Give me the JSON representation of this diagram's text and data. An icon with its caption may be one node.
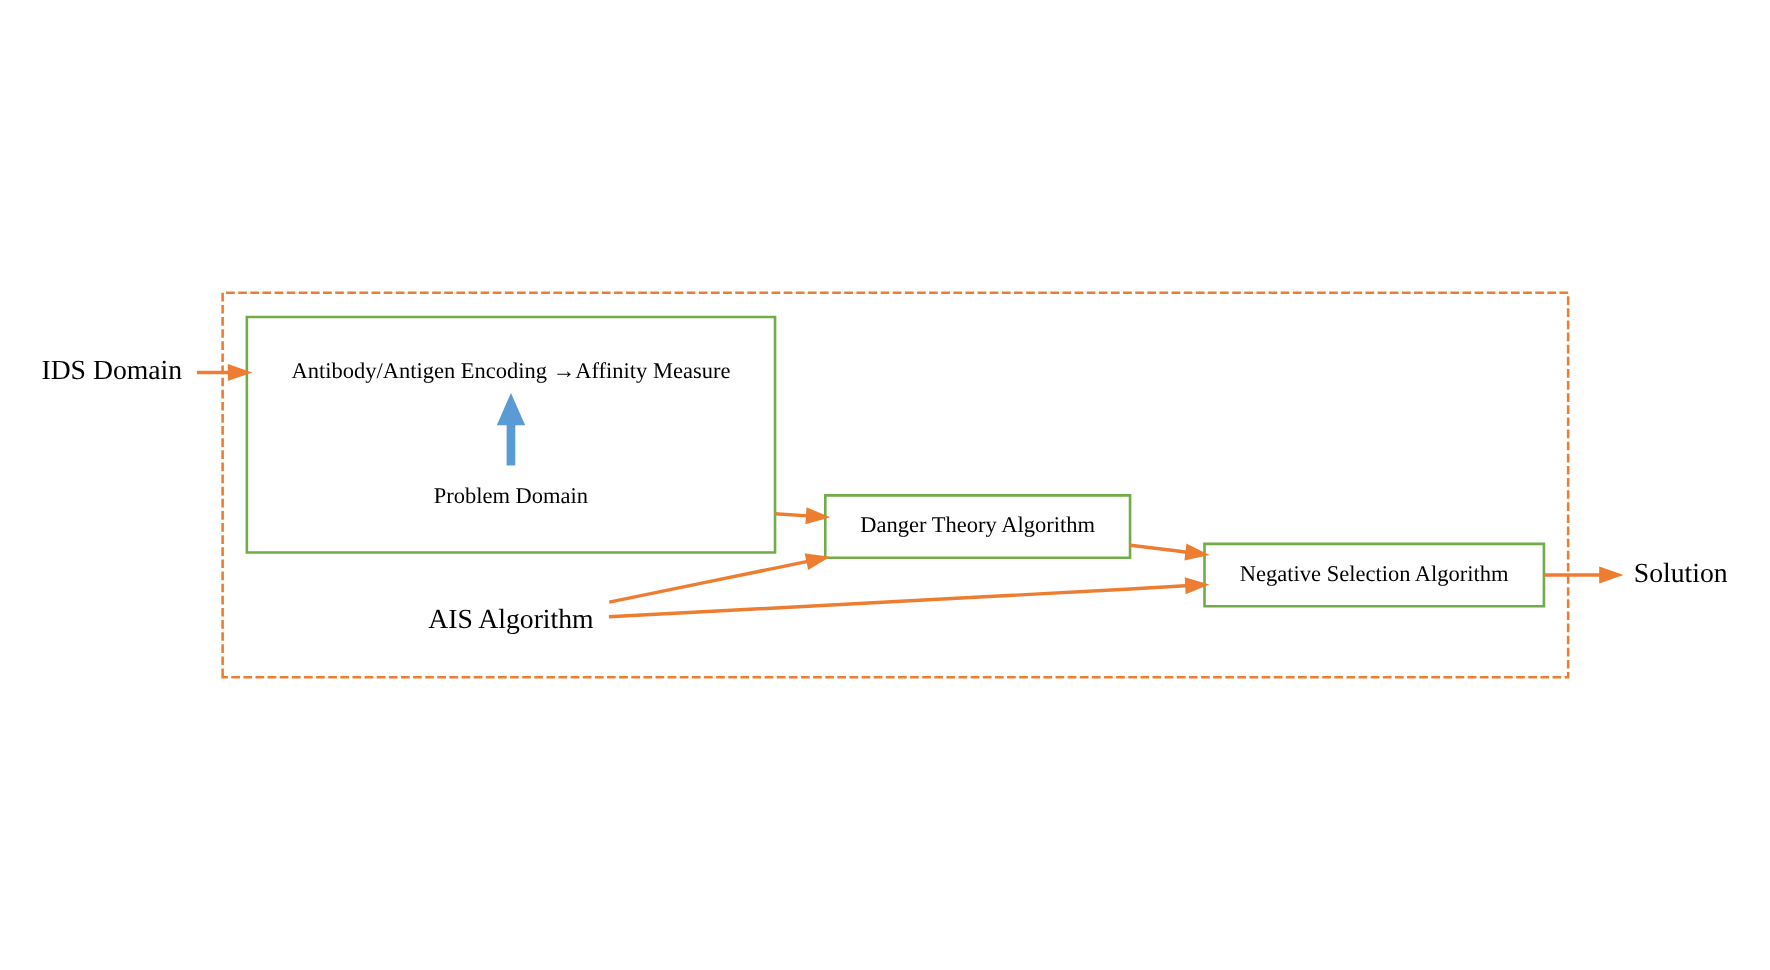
{
  "diagram": {
    "nodes": [
      {
        "text": [],
        "shape": "box"
      },
      {
        "text": [],
        "shape": "box",
        "in": 0
      },
      {
        "text": [
          "Antibody/Antigen Encoding →Affinity Measure"
        ],
        "in": 1
      },
      {
        "text": [
          "Problem Domain"
        ],
        "in": 1
      },
      {
        "text": [
          "IDS Domain"
        ]
      },
      {
        "text": [
          "Danger Theory Algorithm"
        ],
        "in": 0
      },
      {
        "text": [
          "Negative Selection Algorithm"
        ],
        "in": 0
      },
      {
        "text": [
          "Solution"
        ]
      },
      {
        "text": [
          "AIS Algorithm"
        ],
        "in": 0
      }
    ],
    "edges": [
      {
        "from": 3,
        "to": 2,
        "arrow": "to",
        "style": "thick",
        "color": "#5b9bd5"
      },
      {
        "from": 4,
        "to": 1,
        "arrow": "to"
      },
      {
        "from": 1,
        "to": 5,
        "arrow": "to"
      },
      {
        "from": 5,
        "to": 6,
        "arrow": "to"
      },
      {
        "from": 6,
        "to": 7,
        "arrow": "to"
      },
      {
        "from": 8,
        "to": 5,
        "arrow": "to"
      },
      {
        "from": 8,
        "to": 6,
        "arrow": "to"
      }
    ]
  }
}
